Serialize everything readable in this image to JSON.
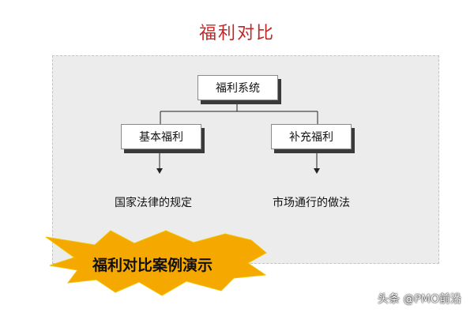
{
  "slide": {
    "title": "福利对比",
    "accent_color": "#c0282a"
  },
  "diagram": {
    "root": {
      "label": "福利系统"
    },
    "branches": [
      {
        "label": "基本福利",
        "note": "国家法律的规定"
      },
      {
        "label": "补充福利",
        "note": "市场通行的做法"
      }
    ]
  },
  "banner": {
    "text": "福利对比案例演示",
    "color": "#f5a800"
  },
  "watermark": {
    "text": "头条 @PMO前沿"
  }
}
